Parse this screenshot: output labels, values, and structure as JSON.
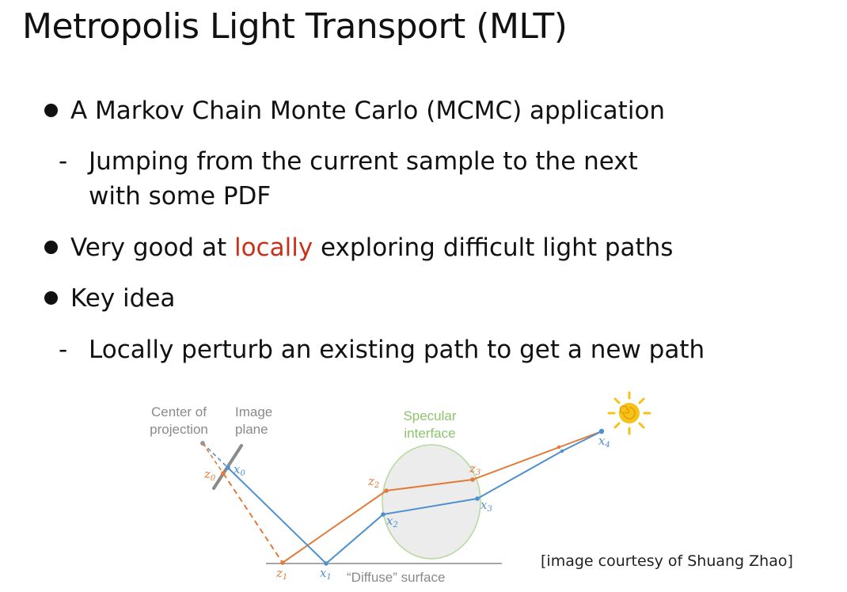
{
  "title": "Metropolis Light Transport (MLT)",
  "bullets": [
    {
      "text": "A Markov Chain Monte Carlo (MCMC) application"
    },
    {
      "text_before": "Very good at ",
      "highlight": "locally",
      "text_after": " exploring difficult light paths"
    },
    {
      "text": "Key idea"
    }
  ],
  "subbullets": [
    {
      "dash": "-",
      "line1": "Jumping from the current sample to the next",
      "line2": "with some PDF"
    },
    {
      "dash": "-",
      "line1": "Locally perturb an existing path to get a new path"
    }
  ],
  "diagram": {
    "labels": {
      "center_line1": "Center of",
      "center_line2": "projection",
      "image_line1": "Image",
      "image_line2": "plane",
      "specular_line1": "Specular",
      "specular_line2": "interface",
      "surface": "“Diffuse” surface"
    },
    "vars": {
      "z0": "z",
      "z0_sub": "0",
      "x0": "x",
      "x0_sub": "0",
      "z1": "z",
      "z1_sub": "1",
      "x1": "x",
      "x1_sub": "1",
      "z2": "z",
      "z2_sub": "2",
      "x2": "x",
      "x2_sub": "2",
      "z3": "z",
      "z3_sub": "3",
      "x3": "x",
      "x3_sub": "3",
      "x4": "x",
      "x4_sub": "4"
    },
    "colors": {
      "orange_path": "#e07b39",
      "blue_path": "#4f90cf",
      "specular_fill": "#ececec",
      "specular_stroke": "#b5d99c",
      "sun": "#f6c21c"
    }
  },
  "courtesy": "[image courtesy of Shuang Zhao]"
}
